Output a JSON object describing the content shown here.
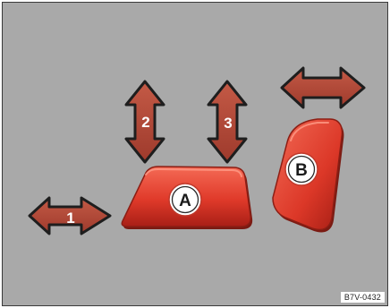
{
  "labels": {
    "arrow_1": "1",
    "arrow_2": "2",
    "arrow_3": "3",
    "control_a": "A",
    "control_b": "B"
  },
  "figure_code": "B7V-0432",
  "colors": {
    "background": "#a9a9a9",
    "arrow_fill": "#b5493a",
    "control_fill": "#e03a2a",
    "badge_fill": "#ffffff"
  }
}
